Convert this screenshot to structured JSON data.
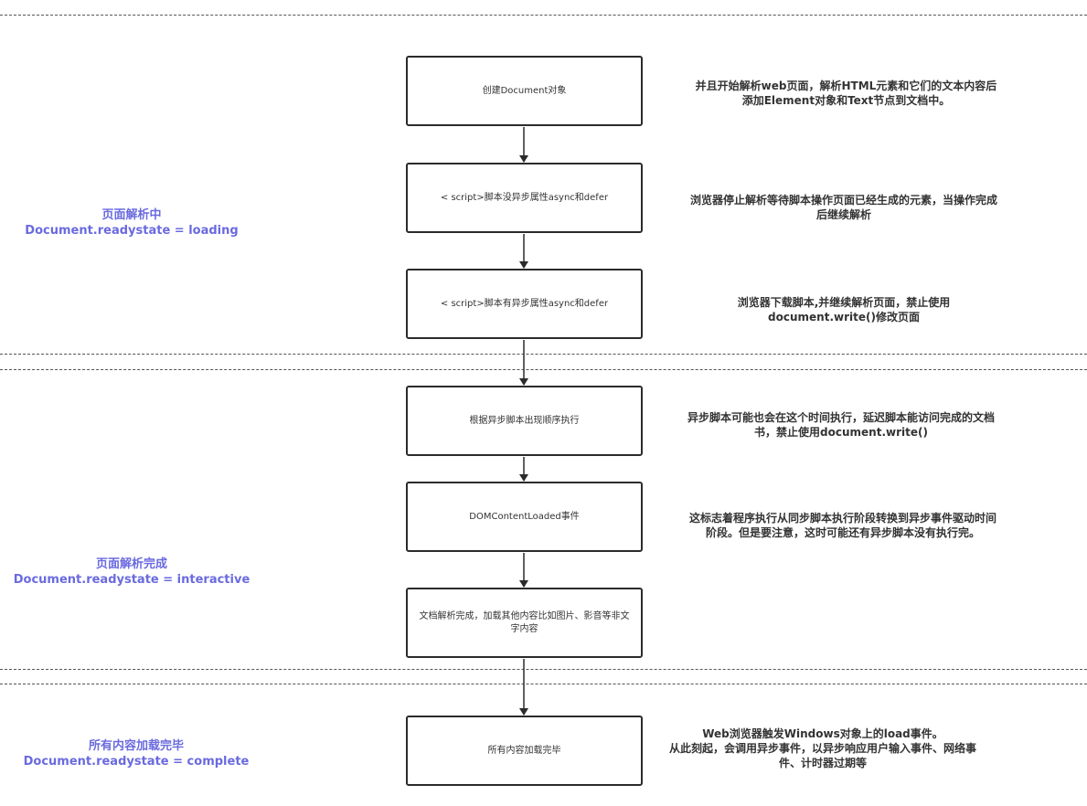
{
  "stages": [
    {
      "title": "页面解析中",
      "state": "Document.readystate = loading"
    },
    {
      "title": "页面解析完成",
      "state": "Document.readystate = interactive"
    },
    {
      "title": "所有内容加载完毕",
      "state": "Document.readystate = complete"
    }
  ],
  "steps": [
    {
      "label": "创建Document对象",
      "note": "并且开始解析web页面，解析HTML元素和它们的文本内容后\n添加Element对象和Text节点到文档中。"
    },
    {
      "label": "< script>脚本没异步属性async和defer",
      "note": "浏览器停止解析等待脚本操作页面已经生成的元素，当操作完成\n后继续解析"
    },
    {
      "label": "< script>脚本有异步属性async和defer",
      "note": "浏览器下载脚本,并继续解析页面，禁止使用\ndocument.write()修改页面"
    },
    {
      "label": "根据异步脚本出现顺序执行",
      "note": "异步脚本可能也会在这个时间执行，延迟脚本能访问完成的文档\n书，禁止使用document.write()"
    },
    {
      "label": "DOMContentLoaded事件",
      "note": "这标志着程序执行从同步脚本执行阶段转换到异步事件驱动时间\n阶段。但是要注意，这时可能还有异步脚本没有执行完。"
    },
    {
      "label": "文档解析完成，加载其他内容比如图片、影音等非文字内容",
      "note": ""
    },
    {
      "label": "所有内容加载完毕",
      "note": "Web浏览器触发Windows对象上的load事件。\n从此刻起，会调用异步事件，以异步响应用户输入事件、网络事\n件、计时器过期等"
    }
  ],
  "colors": {
    "stage_text": "#6a6ae0",
    "box_border": "#2b2b2b",
    "text": "#333333"
  }
}
